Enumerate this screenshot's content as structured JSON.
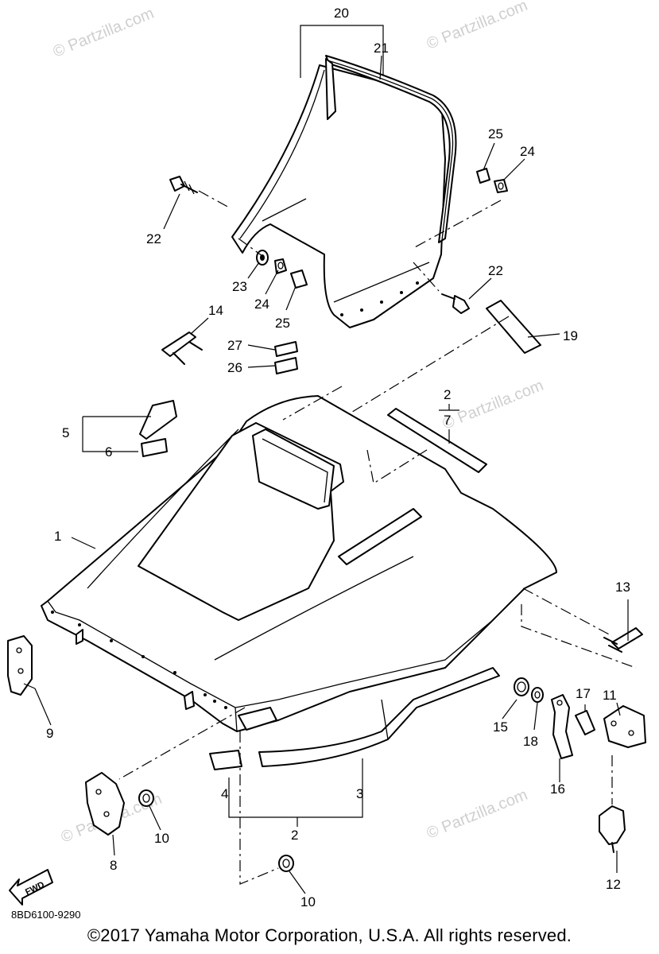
{
  "diagram": {
    "callouts": {
      "c1": "1",
      "c2a": "2",
      "c2b": "2",
      "c3": "3",
      "c4": "4",
      "c5": "5",
      "c6": "6",
      "c7": "7",
      "c8": "8",
      "c9": "9",
      "c10a": "10",
      "c10b": "10",
      "c11": "11",
      "c12": "12",
      "c13": "13",
      "c14": "14",
      "c15": "15",
      "c16": "16",
      "c17": "17",
      "c18": "18",
      "c19": "19",
      "c20": "20",
      "c21": "21",
      "c22a": "22",
      "c22b": "22",
      "c23": "23",
      "c24a": "24",
      "c24b": "24",
      "c25a": "25",
      "c25b": "25",
      "c26": "26",
      "c27": "27"
    },
    "fwd_label": "FWD",
    "watermark": "© Partzilla.com"
  },
  "footer": {
    "reference_code": "8BD6100-9290",
    "copyright": "©2017  Yamaha Motor Corporation, U.S.A. All rights reserved."
  }
}
